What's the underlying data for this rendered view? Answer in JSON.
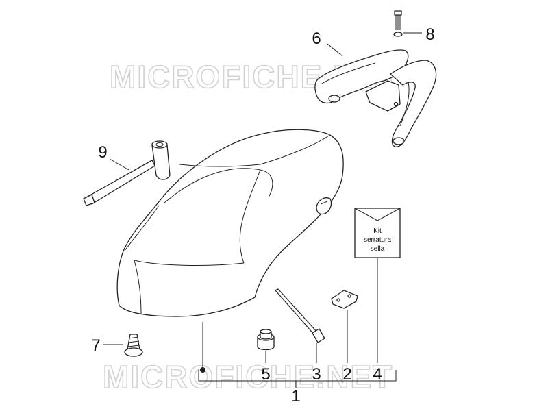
{
  "watermark": {
    "text": "MICROFICHE.NET"
  },
  "callouts": [
    {
      "id": "c1",
      "label": "1"
    },
    {
      "id": "c2",
      "label": "2"
    },
    {
      "id": "c3",
      "label": "3"
    },
    {
      "id": "c4",
      "label": "4"
    },
    {
      "id": "c5",
      "label": "5"
    },
    {
      "id": "c6",
      "label": "6"
    },
    {
      "id": "c7",
      "label": "7"
    },
    {
      "id": "c8",
      "label": "8"
    },
    {
      "id": "c9",
      "label": "9"
    }
  ],
  "kit_box": {
    "line1": "Kit",
    "line2": "serratura",
    "line3": "sella"
  },
  "colors": {
    "line": "#222222",
    "watermark": "#d2d2d2",
    "background": "#ffffff"
  }
}
